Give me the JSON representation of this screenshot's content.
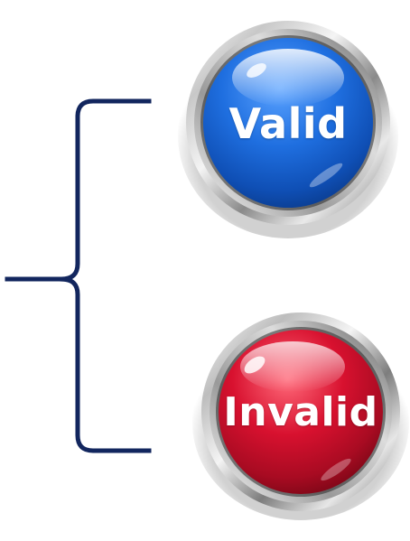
{
  "buttons": {
    "valid": {
      "label": "Valid",
      "color": "#1f6fe0",
      "icon": "glossy-round-button"
    },
    "invalid": {
      "label": "Invalid",
      "color": "#d8112f",
      "icon": "glossy-round-button"
    }
  },
  "bracket": {
    "color": "#12265e",
    "icon": "curly-brace"
  }
}
